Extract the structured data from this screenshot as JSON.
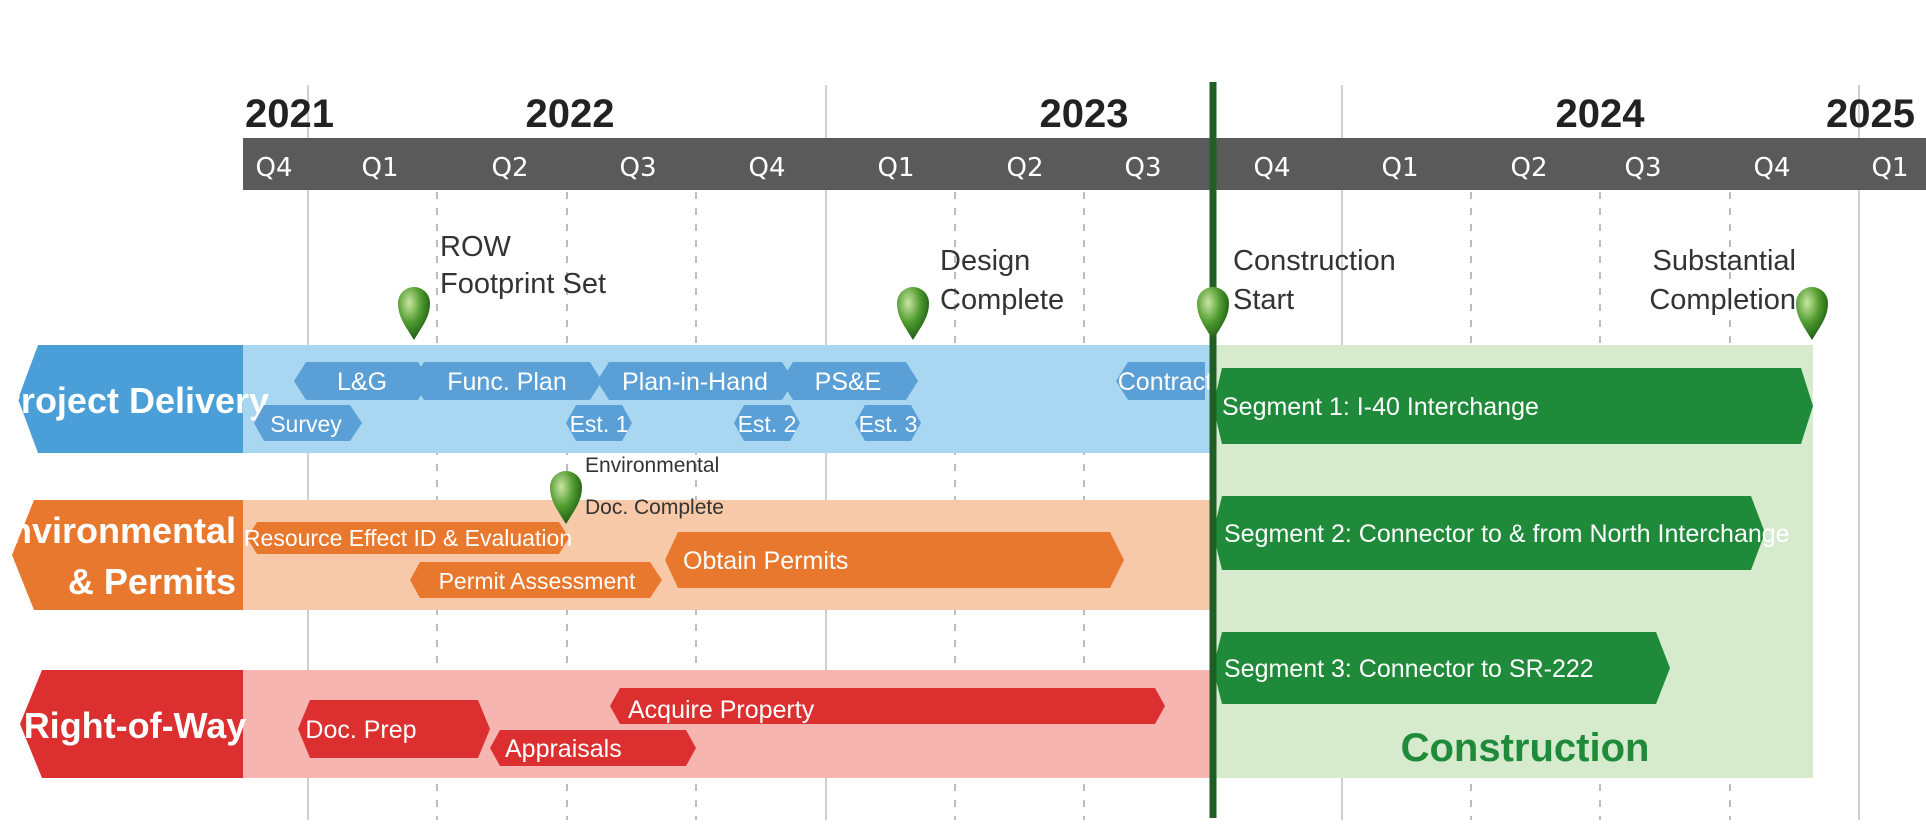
{
  "timeline": {
    "years": [
      "2021",
      "2022",
      "2023",
      "2024",
      "2025"
    ],
    "quarters": [
      "Q4",
      "Q1",
      "Q2",
      "Q3",
      "Q4",
      "Q1",
      "Q2",
      "Q3",
      "Q4",
      "Q1",
      "Q2",
      "Q3",
      "Q4",
      "Q1"
    ]
  },
  "milestones": {
    "row_footprint": {
      "line1": "ROW",
      "line2": "Footprint Set"
    },
    "design_complete": {
      "line1": "Design",
      "line2": "Complete"
    },
    "construction_start": {
      "line1": "Construction",
      "line2": "Start"
    },
    "substantial_completion": {
      "line1": "Substantial",
      "line2": "Completion"
    },
    "env_doc_complete": {
      "line1": "Environmental",
      "line2": "Doc. Complete"
    }
  },
  "categories": {
    "project_delivery": {
      "label": "Project Delivery",
      "color": "#4a9fd8"
    },
    "environmental": {
      "line1": "Environmental",
      "line2": "& Permits",
      "color": "#e9782f"
    },
    "right_of_way": {
      "label": "Right-of-Way",
      "color": "#dc2f2f"
    }
  },
  "tasks": {
    "project_delivery": {
      "lg": "L&G",
      "func_plan": "Func. Plan",
      "plan_in_hand": "Plan-in-Hand",
      "pse": "PS&E",
      "contract": "Contract",
      "survey": "Survey",
      "est1": "Est. 1",
      "est2": "Est. 2",
      "est3": "Est. 3"
    },
    "environmental": {
      "resource": "Resource Effect ID & Evaluation",
      "permit_assessment": "Permit Assessment",
      "obtain_permits": "Obtain Permits"
    },
    "right_of_way": {
      "doc_prep": "Doc. Prep",
      "appraisals": "Appraisals",
      "acquire_property": "Acquire Property"
    },
    "construction": {
      "segment1": "Segment 1: I-40 Interchange",
      "segment2": "Segment 2: Connector to & from North Interchange",
      "segment3": "Segment 3: Connector to SR-222",
      "label": "Construction"
    }
  },
  "colors": {
    "timeline_band": "#5a5a5a",
    "project_band": "#a9d6f0",
    "environmental_band": "#f7c9a8",
    "row_band": "#f6b5b0",
    "construction_band": "#d6ebcd",
    "construction_bar": "#1f8a3a",
    "milestone_pin": "#3f8a2a"
  }
}
